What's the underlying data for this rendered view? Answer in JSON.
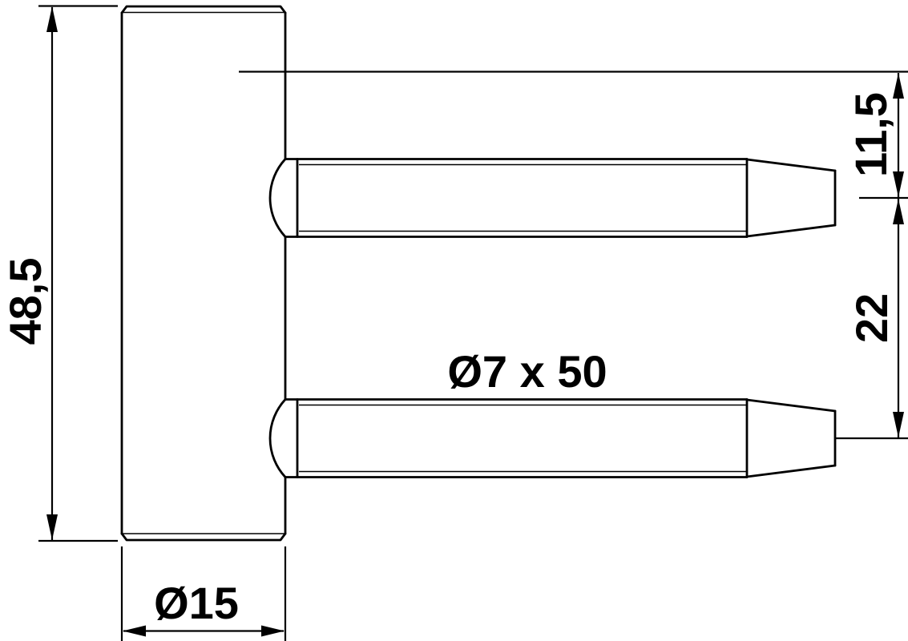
{
  "page": {
    "background": "#ffffff",
    "line_color": "#000000",
    "text_color": "#000000"
  },
  "drawing": {
    "kind": "technical-dimension-drawing-of-drill-in-door-hinge-part",
    "labels": {
      "body_height": "48,5",
      "body_diameter": "Ø15",
      "pin_dimensions": "Ø7 x 50",
      "top_pin_offset": "11,5",
      "pin_spacing": "22"
    }
  }
}
